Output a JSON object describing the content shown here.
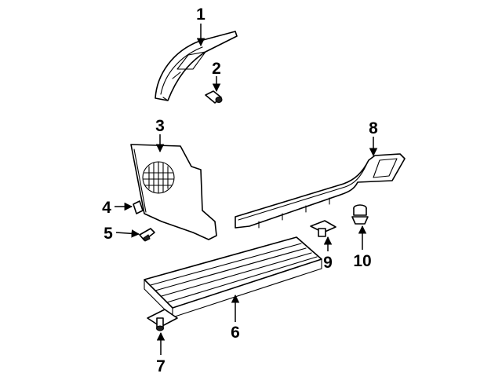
{
  "callouts": [
    {
      "number": "1",
      "part": "A-pillar trim"
    },
    {
      "number": "2",
      "part": "Retainer clip"
    },
    {
      "number": "3",
      "part": "Quarter trim panel with speaker grille"
    },
    {
      "number": "4",
      "part": "Clip"
    },
    {
      "number": "5",
      "part": "Fastener"
    },
    {
      "number": "6",
      "part": "Sill plate"
    },
    {
      "number": "7",
      "part": "Retainer"
    },
    {
      "number": "8",
      "part": "Rocker molding"
    },
    {
      "number": "9",
      "part": "Clip"
    },
    {
      "number": "10",
      "part": "Push-pin retainer"
    }
  ]
}
